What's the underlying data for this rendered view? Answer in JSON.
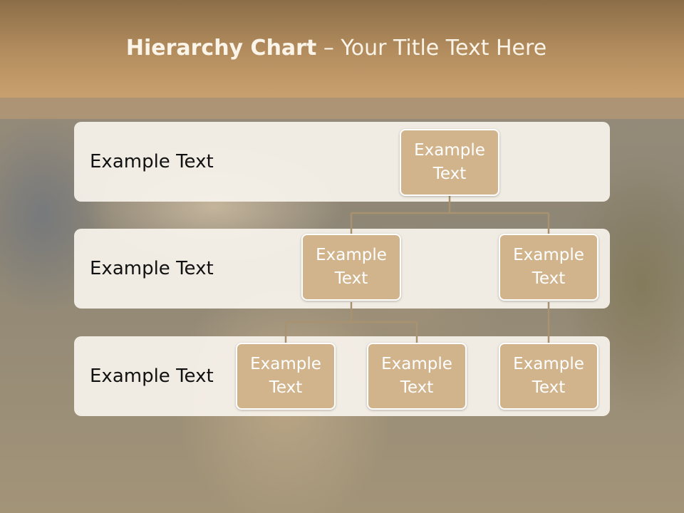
{
  "slide": {
    "title_bold": "Hierarchy Chart",
    "title_rest": " – Your Title Text Here"
  },
  "rows": [
    {
      "label": "Example Text"
    },
    {
      "label": "Example Text"
    },
    {
      "label": "Example Text"
    }
  ],
  "nodes": {
    "root": "Example Text",
    "level2_left": "Example Text",
    "level2_right": "Example Text",
    "level3_a": "Example Text",
    "level3_b": "Example Text",
    "level3_c": "Example Text"
  },
  "colors": {
    "node_fill": "#d1b48c",
    "connector": "#a8926f",
    "title_band": "#b58e5f"
  }
}
